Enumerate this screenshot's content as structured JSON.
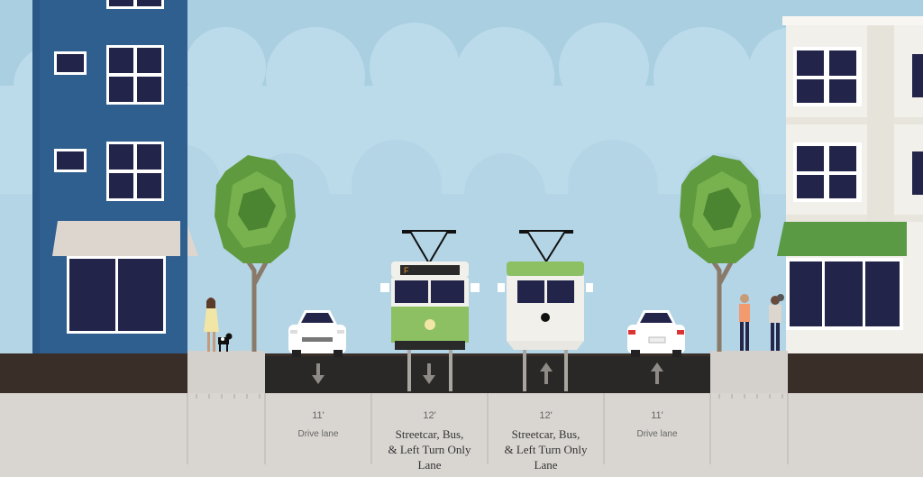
{
  "segments": [
    {
      "width": "11'",
      "name": "Drive lane",
      "style": "small"
    },
    {
      "width": "12'",
      "name": "Streetcar, Bus,\n& Left Turn Only\nLane",
      "style": "big"
    },
    {
      "width": "12'",
      "name": "Streetcar, Bus,\n& Left Turn Only\nLane",
      "style": "big"
    },
    {
      "width": "11'",
      "name": "Drive lane",
      "style": "small"
    }
  ],
  "streetcar_left_sign": "F",
  "colors": {
    "sky": "#a9cfe0",
    "cloud": "#bcdbea",
    "road": "#2a2826",
    "curb": "#3a2e28",
    "sidewalk": "#d4d1cd",
    "ground": "#d9d6d2",
    "blue_building": "#2f5f8f",
    "white_building": "#f2f0ea",
    "awning_green": "#5a9a45",
    "tree": "#5f9a3e",
    "streetcar_green": "#8cc063"
  }
}
